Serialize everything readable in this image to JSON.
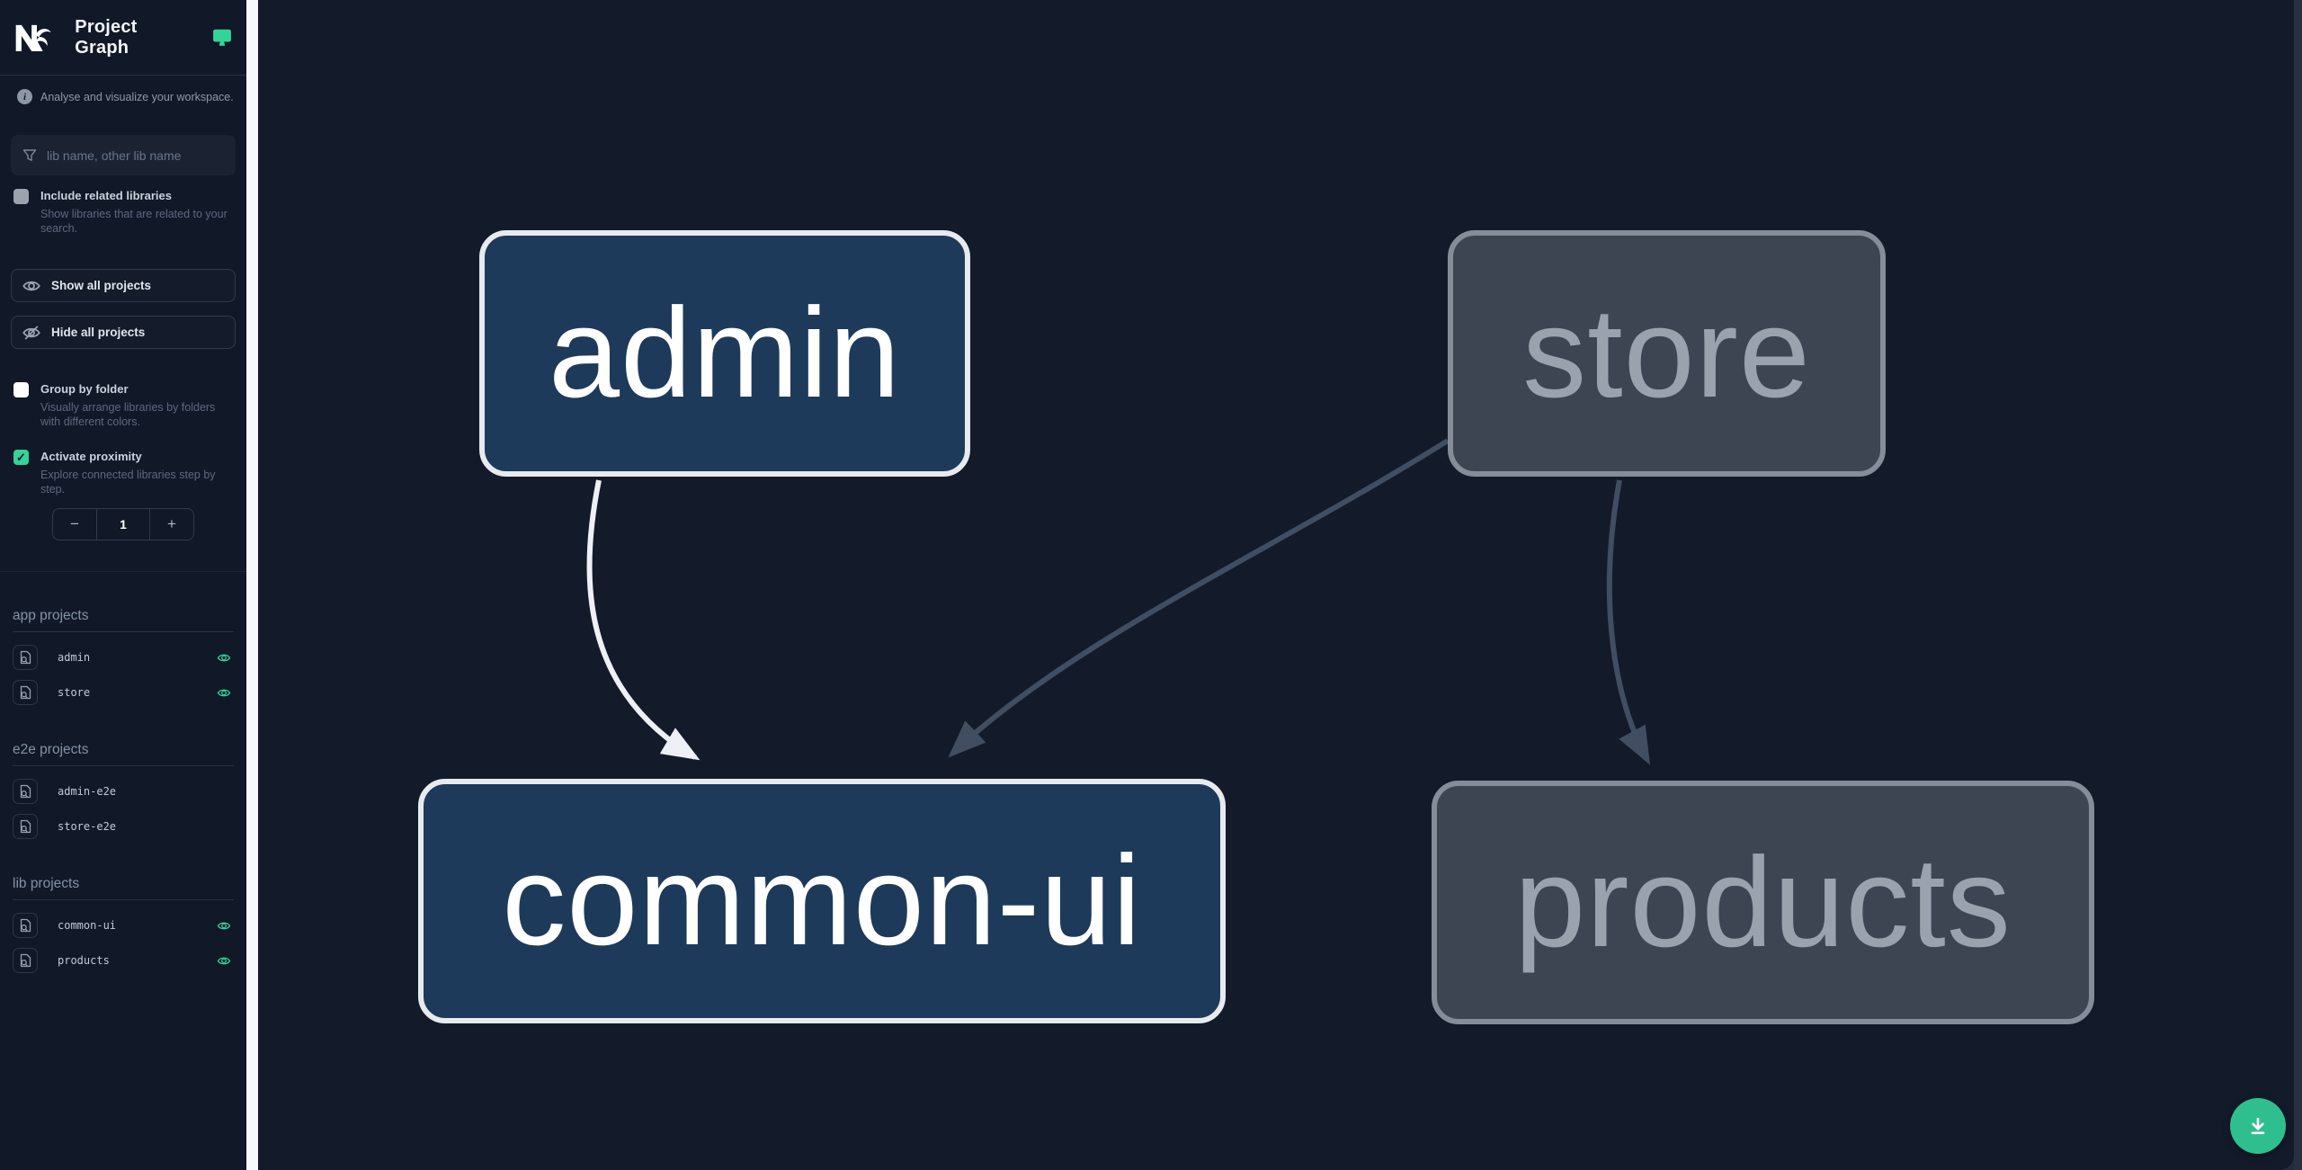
{
  "header": {
    "title": "Project Graph"
  },
  "sidebar": {
    "tagline": "Analyse and visualize your workspace.",
    "search_placeholder": "lib name, other lib name",
    "search_value": "",
    "checkboxes": [
      {
        "label": "Include related libraries",
        "desc": "Show libraries that are related to your search.",
        "checked": false
      },
      {
        "label": "Group by folder",
        "desc": "Visually arrange libraries by folders with different colors.",
        "checked": false
      },
      {
        "label": "Activate proximity",
        "desc": "Explore connected libraries step by step.",
        "checked": true,
        "checkmark": "✓"
      }
    ],
    "buttons": {
      "show_all": "Show all projects",
      "hide_all": "Hide all projects"
    },
    "stepper": {
      "decrease": "−",
      "value": "1",
      "increase": "+"
    },
    "sections": [
      {
        "title": "app projects",
        "items": [
          {
            "name": "admin",
            "eye": true
          },
          {
            "name": "store",
            "eye": true
          }
        ]
      },
      {
        "title": "e2e projects",
        "items": [
          {
            "name": "admin-e2e",
            "eye": false
          },
          {
            "name": "store-e2e",
            "eye": false
          }
        ]
      },
      {
        "title": "lib projects",
        "items": [
          {
            "name": "common-ui",
            "eye": true
          },
          {
            "name": "products",
            "eye": true
          }
        ]
      }
    ]
  },
  "graph": {
    "nodes": [
      {
        "id": "admin",
        "label": "admin",
        "state": "highlighted"
      },
      {
        "id": "store",
        "label": "store",
        "state": "faded"
      },
      {
        "id": "common-ui",
        "label": "common-ui",
        "state": "highlighted"
      },
      {
        "id": "products",
        "label": "products",
        "state": "faded"
      }
    ],
    "edges": [
      {
        "from": "admin",
        "to": "common-ui",
        "state": "highlighted"
      },
      {
        "from": "store",
        "to": "common-ui",
        "state": "faded"
      },
      {
        "from": "store",
        "to": "products",
        "state": "faded"
      }
    ]
  },
  "colors": {
    "accent_teal": "#34d399",
    "fab_green": "#2fbf8f",
    "node_highlight_bg": "#1e3a5a",
    "node_highlight_border": "#e7eaee",
    "node_faded_bg": "#3d4553",
    "node_faded_border": "#858d9b",
    "edge_highlight": "#edf0f4",
    "edge_faded": "#414d61",
    "sidebar_bg": "#111827",
    "canvas_bg": "#131a2a"
  },
  "fab": {
    "action": "download-graph-image"
  }
}
